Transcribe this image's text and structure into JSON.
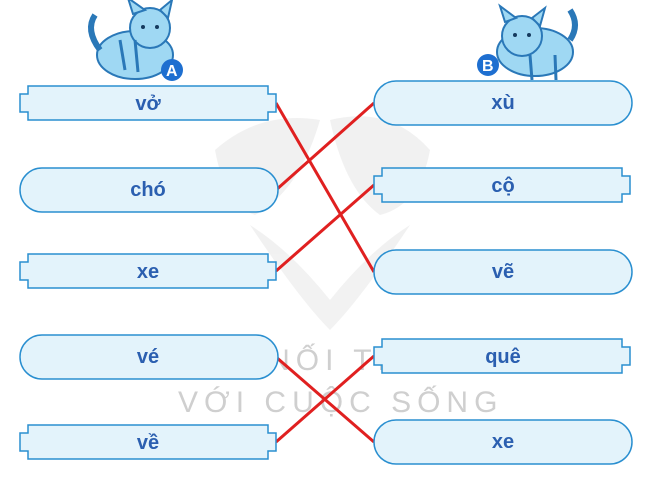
{
  "watermark": {
    "line1": "KẾT NỐI TRI THỨC",
    "line2": "VỚI CUỘC SỐNG"
  },
  "cats": {
    "left_badge": "A",
    "right_badge": "B"
  },
  "left_words": [
    "vở",
    "chó",
    "xe",
    "vé",
    "về"
  ],
  "right_words": [
    "xù",
    "cộ",
    "vẽ",
    "quê",
    "xe"
  ],
  "matches": [
    [
      0,
      2
    ],
    [
      1,
      0
    ],
    [
      2,
      1
    ],
    [
      3,
      4
    ],
    [
      4,
      3
    ]
  ],
  "colors": {
    "box_fill": "#e3f3fb",
    "box_stroke": "#2a8fd0",
    "text": "#2b5fb0",
    "line": "#e02020",
    "badge": "#1e6fd0"
  }
}
